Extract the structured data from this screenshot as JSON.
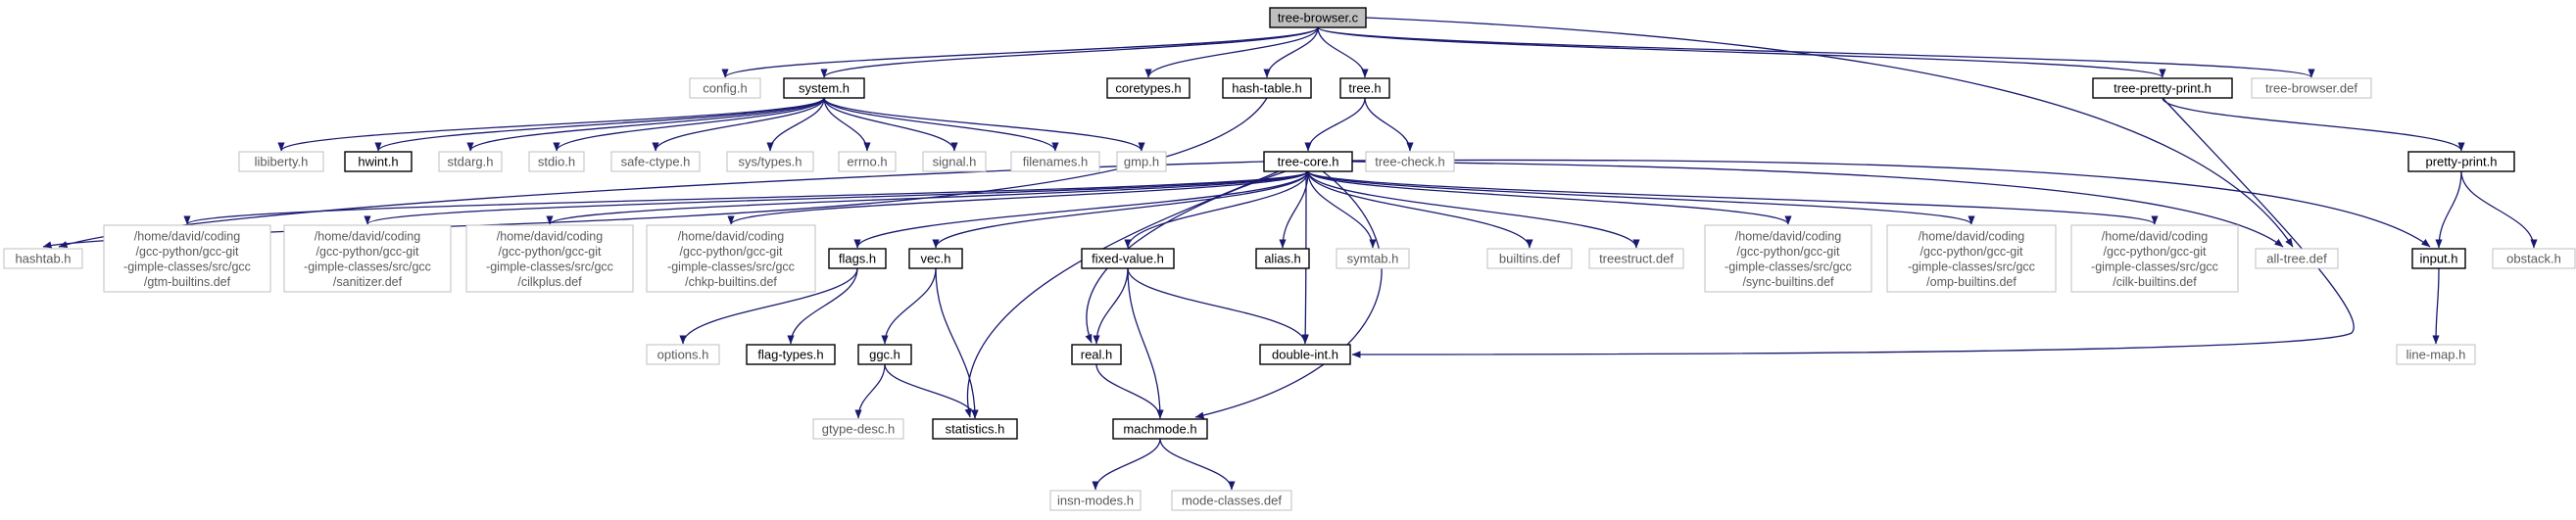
{
  "graph": {
    "nodes": [
      {
        "id": "tree-browser",
        "lines": [
          "tree-browser.c"
        ],
        "style": "root"
      },
      {
        "id": "config",
        "lines": [
          "config.h"
        ],
        "style": "gray"
      },
      {
        "id": "system",
        "lines": [
          "system.h"
        ],
        "style": "normal"
      },
      {
        "id": "coretypes",
        "lines": [
          "coretypes.h"
        ],
        "style": "normal"
      },
      {
        "id": "hash-table",
        "lines": [
          "hash-table.h"
        ],
        "style": "normal"
      },
      {
        "id": "tree",
        "lines": [
          "tree.h"
        ],
        "style": "normal"
      },
      {
        "id": "tree-pretty-print",
        "lines": [
          "tree-pretty-print.h"
        ],
        "style": "normal"
      },
      {
        "id": "tree-browser-def",
        "lines": [
          "tree-browser.def"
        ],
        "style": "gray"
      },
      {
        "id": "libiberty",
        "lines": [
          "libiberty.h"
        ],
        "style": "gray"
      },
      {
        "id": "hwint",
        "lines": [
          "hwint.h"
        ],
        "style": "normal"
      },
      {
        "id": "stdarg",
        "lines": [
          "stdarg.h"
        ],
        "style": "gray"
      },
      {
        "id": "stdio",
        "lines": [
          "stdio.h"
        ],
        "style": "gray"
      },
      {
        "id": "safe-ctype",
        "lines": [
          "safe-ctype.h"
        ],
        "style": "gray"
      },
      {
        "id": "sys-types",
        "lines": [
          "sys/types.h"
        ],
        "style": "gray"
      },
      {
        "id": "errno",
        "lines": [
          "errno.h"
        ],
        "style": "gray"
      },
      {
        "id": "signal",
        "lines": [
          "signal.h"
        ],
        "style": "gray"
      },
      {
        "id": "filenames",
        "lines": [
          "filenames.h"
        ],
        "style": "gray"
      },
      {
        "id": "gmp",
        "lines": [
          "gmp.h"
        ],
        "style": "gray"
      },
      {
        "id": "tree-core",
        "lines": [
          "tree-core.h"
        ],
        "style": "normal"
      },
      {
        "id": "tree-check",
        "lines": [
          "tree-check.h"
        ],
        "style": "gray"
      },
      {
        "id": "pretty-print",
        "lines": [
          "pretty-print.h"
        ],
        "style": "normal"
      },
      {
        "id": "hashtab",
        "lines": [
          "hashtab.h"
        ],
        "style": "gray"
      },
      {
        "id": "gtm-builtins",
        "lines": [
          "/home/david/coding",
          "/gcc-python/gcc-git",
          "-gimple-classes/src/gcc",
          "/gtm-builtins.def"
        ],
        "style": "gray"
      },
      {
        "id": "sanitizer",
        "lines": [
          "/home/david/coding",
          "/gcc-python/gcc-git",
          "-gimple-classes/src/gcc",
          "/sanitizer.def"
        ],
        "style": "gray"
      },
      {
        "id": "cilkplus",
        "lines": [
          "/home/david/coding",
          "/gcc-python/gcc-git",
          "-gimple-classes/src/gcc",
          "/cilkplus.def"
        ],
        "style": "gray"
      },
      {
        "id": "chkp-builtins",
        "lines": [
          "/home/david/coding",
          "/gcc-python/gcc-git",
          "-gimple-classes/src/gcc",
          "/chkp-builtins.def"
        ],
        "style": "gray"
      },
      {
        "id": "flags",
        "lines": [
          "flags.h"
        ],
        "style": "normal"
      },
      {
        "id": "vec",
        "lines": [
          "vec.h"
        ],
        "style": "normal"
      },
      {
        "id": "fixed-value",
        "lines": [
          "fixed-value.h"
        ],
        "style": "normal"
      },
      {
        "id": "alias",
        "lines": [
          "alias.h"
        ],
        "style": "normal"
      },
      {
        "id": "symtab",
        "lines": [
          "symtab.h"
        ],
        "style": "gray"
      },
      {
        "id": "builtins-def",
        "lines": [
          "builtins.def"
        ],
        "style": "gray"
      },
      {
        "id": "treestruct",
        "lines": [
          "treestruct.def"
        ],
        "style": "gray"
      },
      {
        "id": "sync-builtins",
        "lines": [
          "/home/david/coding",
          "/gcc-python/gcc-git",
          "-gimple-classes/src/gcc",
          "/sync-builtins.def"
        ],
        "style": "gray"
      },
      {
        "id": "omp-builtins",
        "lines": [
          "/home/david/coding",
          "/gcc-python/gcc-git",
          "-gimple-classes/src/gcc",
          "/omp-builtins.def"
        ],
        "style": "gray"
      },
      {
        "id": "cilk-builtins",
        "lines": [
          "/home/david/coding",
          "/gcc-python/gcc-git",
          "-gimple-classes/src/gcc",
          "/cilk-builtins.def"
        ],
        "style": "gray"
      },
      {
        "id": "all-tree",
        "lines": [
          "all-tree.def"
        ],
        "style": "gray"
      },
      {
        "id": "input",
        "lines": [
          "input.h"
        ],
        "style": "normal"
      },
      {
        "id": "obstack",
        "lines": [
          "obstack.h"
        ],
        "style": "gray"
      },
      {
        "id": "options",
        "lines": [
          "options.h"
        ],
        "style": "gray"
      },
      {
        "id": "flag-types",
        "lines": [
          "flag-types.h"
        ],
        "style": "normal"
      },
      {
        "id": "ggc",
        "lines": [
          "ggc.h"
        ],
        "style": "normal"
      },
      {
        "id": "real",
        "lines": [
          "real.h"
        ],
        "style": "normal"
      },
      {
        "id": "double-int",
        "lines": [
          "double-int.h"
        ],
        "style": "normal"
      },
      {
        "id": "line-map",
        "lines": [
          "line-map.h"
        ],
        "style": "gray"
      },
      {
        "id": "gtype-desc",
        "lines": [
          "gtype-desc.h"
        ],
        "style": "gray"
      },
      {
        "id": "statistics",
        "lines": [
          "statistics.h"
        ],
        "style": "normal"
      },
      {
        "id": "machmode",
        "lines": [
          "machmode.h"
        ],
        "style": "normal"
      },
      {
        "id": "insn-modes",
        "lines": [
          "insn-modes.h"
        ],
        "style": "gray"
      },
      {
        "id": "mode-classes",
        "lines": [
          "mode-classes.def"
        ],
        "style": "gray"
      }
    ],
    "edges": [
      [
        "tree-browser",
        "config"
      ],
      [
        "tree-browser",
        "system"
      ],
      [
        "tree-browser",
        "coretypes"
      ],
      [
        "tree-browser",
        "hash-table"
      ],
      [
        "tree-browser",
        "tree"
      ],
      [
        "tree-browser",
        "tree-pretty-print"
      ],
      [
        "tree-browser",
        "tree-browser-def"
      ],
      [
        "tree-browser",
        "all-tree"
      ],
      [
        "system",
        "libiberty"
      ],
      [
        "system",
        "hwint"
      ],
      [
        "system",
        "stdarg"
      ],
      [
        "system",
        "stdio"
      ],
      [
        "system",
        "safe-ctype"
      ],
      [
        "system",
        "sys-types"
      ],
      [
        "system",
        "errno"
      ],
      [
        "system",
        "signal"
      ],
      [
        "system",
        "filenames"
      ],
      [
        "system",
        "gmp"
      ],
      [
        "hash-table",
        "hashtab"
      ],
      [
        "tree",
        "tree-core"
      ],
      [
        "tree",
        "tree-check"
      ],
      [
        "tree-pretty-print",
        "pretty-print"
      ],
      [
        "tree-pretty-print",
        "double-int"
      ],
      [
        "tree-core",
        "hashtab"
      ],
      [
        "tree-core",
        "gtm-builtins"
      ],
      [
        "tree-core",
        "sanitizer"
      ],
      [
        "tree-core",
        "cilkplus"
      ],
      [
        "tree-core",
        "chkp-builtins"
      ],
      [
        "tree-core",
        "flags"
      ],
      [
        "tree-core",
        "vec"
      ],
      [
        "tree-core",
        "fixed-value"
      ],
      [
        "tree-core",
        "alias"
      ],
      [
        "tree-core",
        "symtab"
      ],
      [
        "tree-core",
        "builtins-def"
      ],
      [
        "tree-core",
        "treestruct"
      ],
      [
        "tree-core",
        "sync-builtins"
      ],
      [
        "tree-core",
        "omp-builtins"
      ],
      [
        "tree-core",
        "cilk-builtins"
      ],
      [
        "tree-core",
        "all-tree"
      ],
      [
        "tree-core",
        "input"
      ],
      [
        "tree-core",
        "statistics"
      ],
      [
        "tree-core",
        "real"
      ],
      [
        "tree-core",
        "double-int"
      ],
      [
        "tree-core",
        "machmode"
      ],
      [
        "pretty-print",
        "input"
      ],
      [
        "pretty-print",
        "obstack"
      ],
      [
        "flags",
        "options"
      ],
      [
        "flags",
        "flag-types"
      ],
      [
        "vec",
        "ggc"
      ],
      [
        "vec",
        "statistics"
      ],
      [
        "fixed-value",
        "real"
      ],
      [
        "fixed-value",
        "double-int"
      ],
      [
        "fixed-value",
        "machmode"
      ],
      [
        "input",
        "line-map"
      ],
      [
        "ggc",
        "gtype-desc"
      ],
      [
        "ggc",
        "statistics"
      ],
      [
        "real",
        "machmode"
      ],
      [
        "machmode",
        "insn-modes"
      ],
      [
        "machmode",
        "mode-classes"
      ]
    ]
  }
}
